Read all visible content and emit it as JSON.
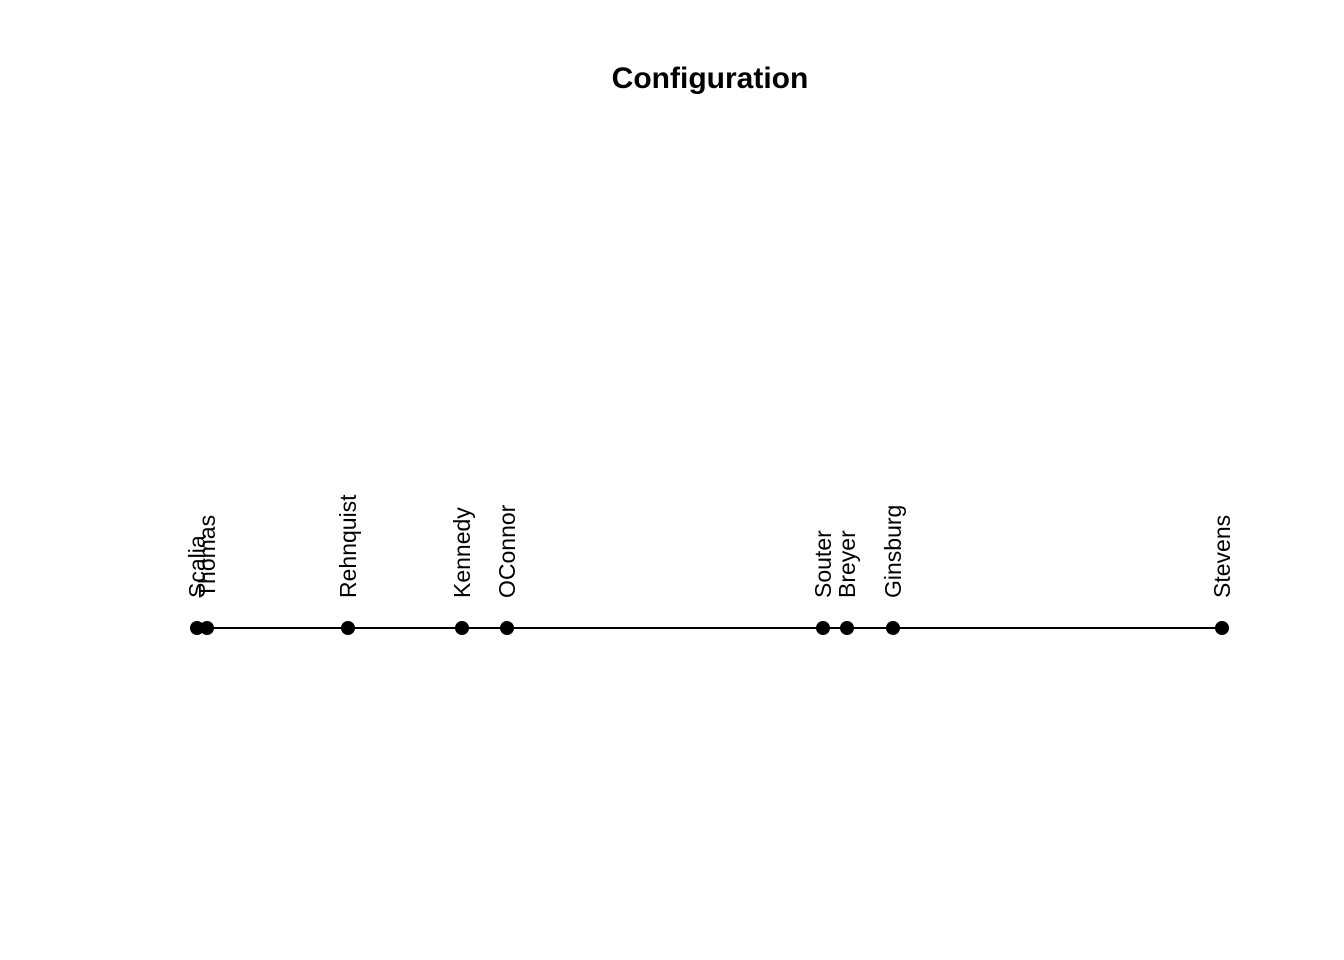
{
  "title": "Configuration",
  "chart_data": {
    "type": "scatter",
    "title": "Configuration",
    "subtitle": "",
    "description": "One-dimensional configuration plot (MDS/unfolding) of Supreme Court justices along a single horizontal axis; no axes or ticks shown, labels rotated 90 degrees above each point",
    "axes": "none",
    "grid": false,
    "legend": "none",
    "orientation": "horizontal-1d",
    "xlim": [
      0,
      1
    ],
    "label_rotation_deg": 90,
    "point_color": "#000000",
    "line_color": "#000000",
    "background_color": "#ffffff",
    "points": [
      {
        "label": "Scalia",
        "x": 0.0
      },
      {
        "label": "Thomas",
        "x": 0.0098
      },
      {
        "label": "Rehnquist",
        "x": 0.1477
      },
      {
        "label": "Kennedy",
        "x": 0.2589
      },
      {
        "label": "OConnor",
        "x": 0.3028
      },
      {
        "label": "Souter",
        "x": 0.6114
      },
      {
        "label": "Breyer",
        "x": 0.6339
      },
      {
        "label": "Ginsburg",
        "x": 0.6792
      },
      {
        "label": "Stevens",
        "x": 1.0
      }
    ]
  }
}
